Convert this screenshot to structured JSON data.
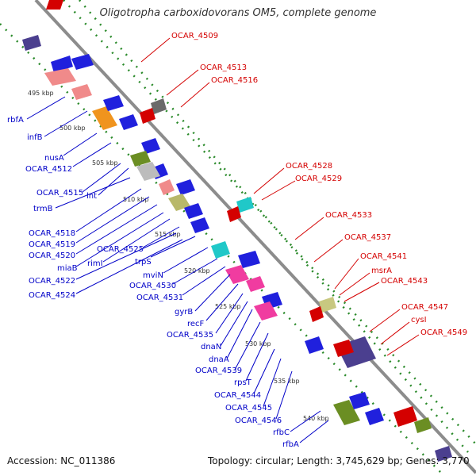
{
  "title": "Oligotropha carboxidovorans OM5, complete genome",
  "footer": {
    "accession": "Accession: NC_011386",
    "topology": "Topology: circular; Length: 3,745,629 bp; Genes: 3,770"
  },
  "colors": {
    "forward_label": "#d40000",
    "reverse_label": "#0000c8",
    "backbone": "#8c8c8c",
    "dots": "#1a8a1a"
  },
  "kbp_ticks": [
    "495 kbp",
    "500 kbp",
    "505 kbp",
    "510 kbp",
    "515 kbp",
    "520 kbp",
    "525 kbp",
    "530 kbp",
    "535 kbp",
    "540 kbp"
  ],
  "forward_labels": [
    "OCAR_4509",
    "OCAR_4513",
    "OCAR_4516",
    "OCAR_4528",
    "OCAR_4529",
    "OCAR_4533",
    "OCAR_4537",
    "OCAR_4541",
    "msrA",
    "OCAR_4543",
    "OCAR_4547",
    "cysI",
    "OCAR_4549"
  ],
  "reverse_labels": [
    "rbfA",
    "infB",
    "nusA",
    "OCAR_4512",
    "OCAR_4515",
    "lnt",
    "trmB",
    "OCAR_4518",
    "OCAR_4519",
    "OCAR_4520",
    "miaB",
    "rimI",
    "OCAR_4525",
    "OCAR_4522",
    "OCAR_4524",
    "trpS",
    "mviN",
    "OCAR_4530",
    "OCAR_4531",
    "gyrB",
    "recF",
    "OCAR_4535",
    "dnaN",
    "dnaA",
    "OCAR_4539",
    "rpsT",
    "OCAR_4544",
    "OCAR_4545",
    "OCAR_4546",
    "rfbC",
    "rfbA"
  ]
}
